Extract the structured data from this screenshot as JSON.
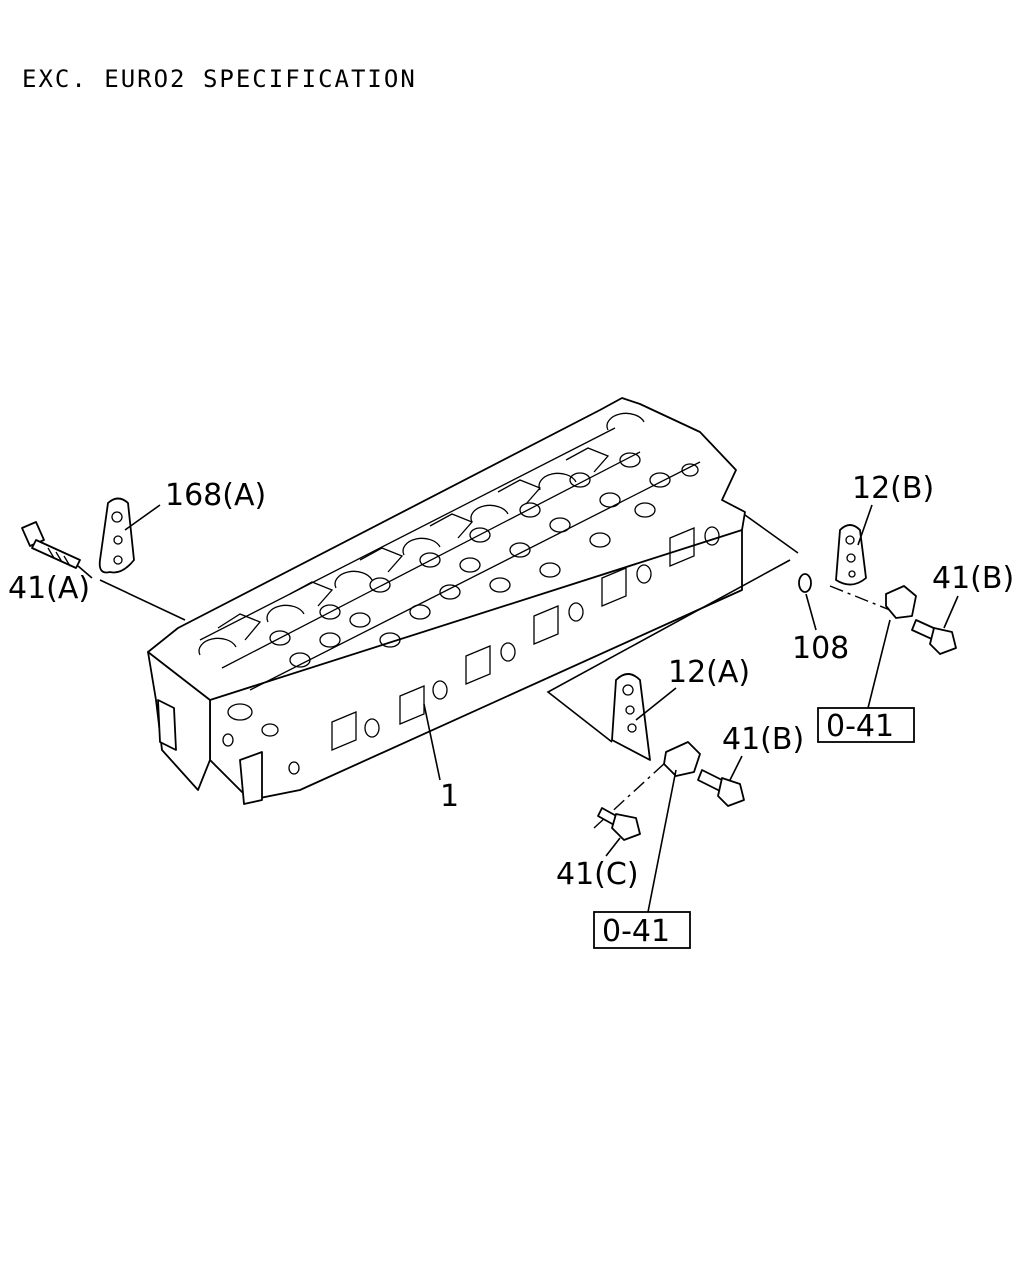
{
  "title": "EXC. EURO2 SPECIFICATION",
  "labels": {
    "cylinder_head": "1",
    "bracket_168a": "168(A)",
    "bolt_41a": "41(A)",
    "bracket_12b": "12(B)",
    "bolt_41b_upper": "41(B)",
    "o_ring_108": "108",
    "bracket_12a": "12(A)",
    "bolt_41b_lower": "41(B)",
    "bolt_41c": "41(C)"
  },
  "references": {
    "ref_upper": "0-41",
    "ref_lower": "0-41"
  }
}
